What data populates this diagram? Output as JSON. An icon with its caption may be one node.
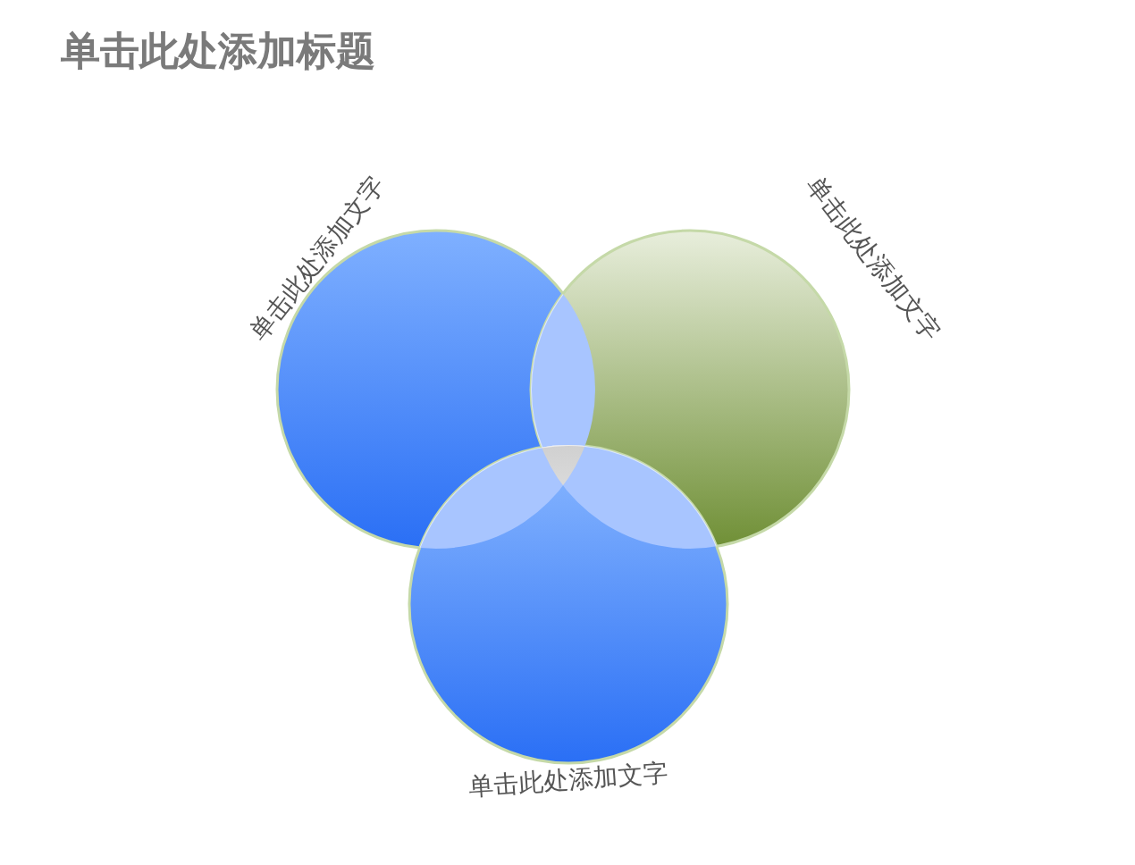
{
  "diagram": {
    "title": "单击此处添加标题",
    "nodes": [
      {
        "text": [
          "单击此处添加文字"
        ]
      },
      {
        "text": [
          "单击此处添加文字"
        ]
      },
      {
        "text": [
          "单击此处添加文字"
        ]
      }
    ]
  }
}
